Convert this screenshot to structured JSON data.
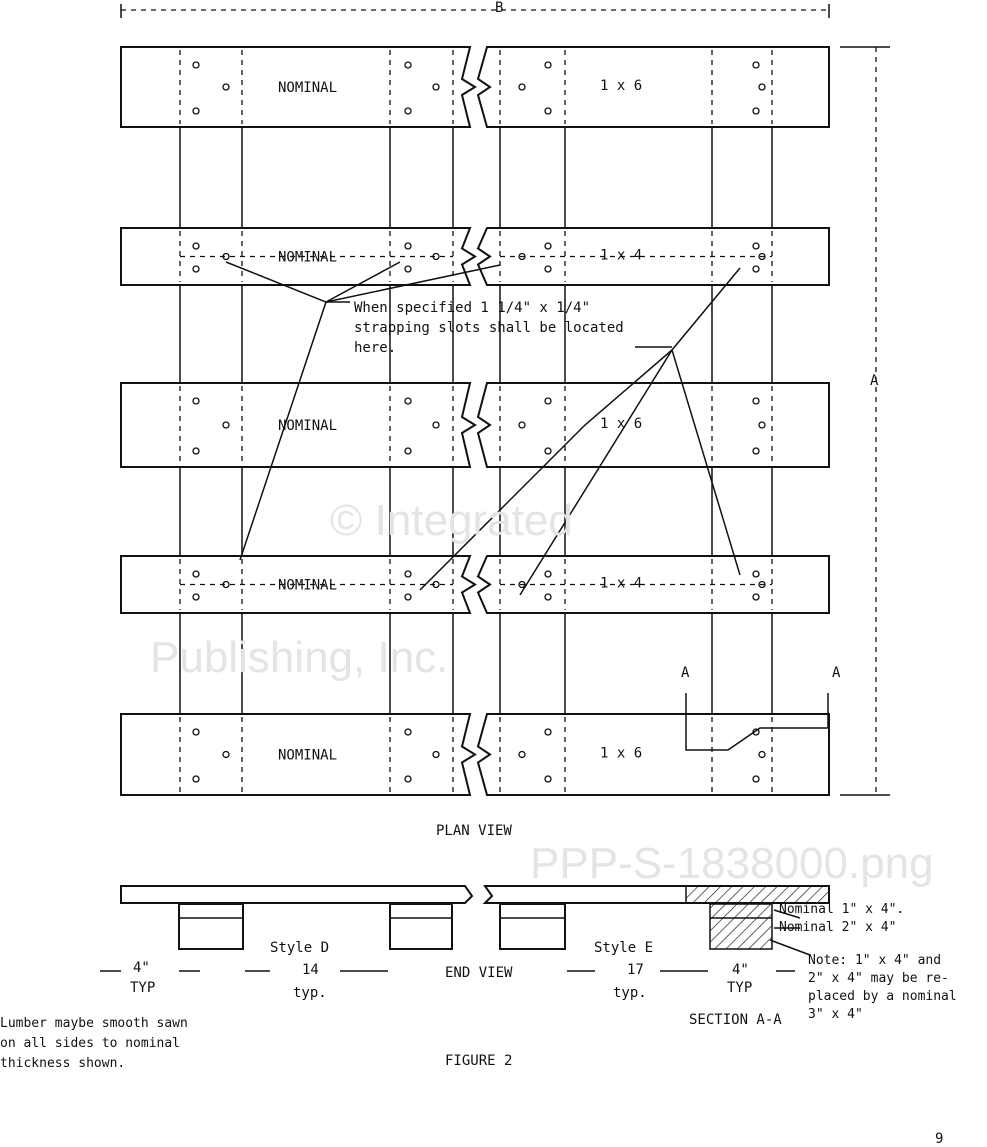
{
  "plan": {
    "dim_b": "B",
    "dim_a": "A",
    "boards": [
      {
        "left": "NOMINAL",
        "right": "1 x 6"
      },
      {
        "left": "NOMINAL",
        "right": "1 x 4"
      },
      {
        "left": "NOMINAL",
        "right": "1 x 6"
      },
      {
        "left": "NOMINAL",
        "right": "1 x 4"
      },
      {
        "left": "NOMINAL",
        "right": "1 x 6"
      }
    ],
    "strapping_note": [
      "When specified 1 1/4\" x 1/4\"",
      "strapping slots shall be located",
      "here."
    ],
    "section_marker": "A",
    "title": "PLAN VIEW"
  },
  "end_view": {
    "title": "END VIEW",
    "style_d": "Style D",
    "style_d_dim": "14",
    "style_d_typ": "typ.",
    "style_e": "Style E",
    "style_e_dim": "17",
    "style_e_typ": "typ.",
    "left_dim": "4\"",
    "left_typ": "TYP",
    "right_dim": "4\"",
    "right_typ": "TYP",
    "section_title": "SECTION A-A",
    "nominal_1x4": "Nominal 1\" x 4\".",
    "nominal_2x4": "Nominal 2\" x 4\"",
    "note": [
      "Note: 1\" x 4\" and",
      "2\" x 4\" may be re-",
      "placed by a nominal",
      "3\" x 4\""
    ]
  },
  "lumber_note": [
    "Lumber maybe smooth sawn",
    "on all sides to nominal",
    "thickness shown."
  ],
  "figure_title": "FIGURE 2",
  "page_number": "9",
  "watermark": [
    "© Integrated",
    "Publishing, Inc.",
    "PPP-S-1838000.png"
  ]
}
